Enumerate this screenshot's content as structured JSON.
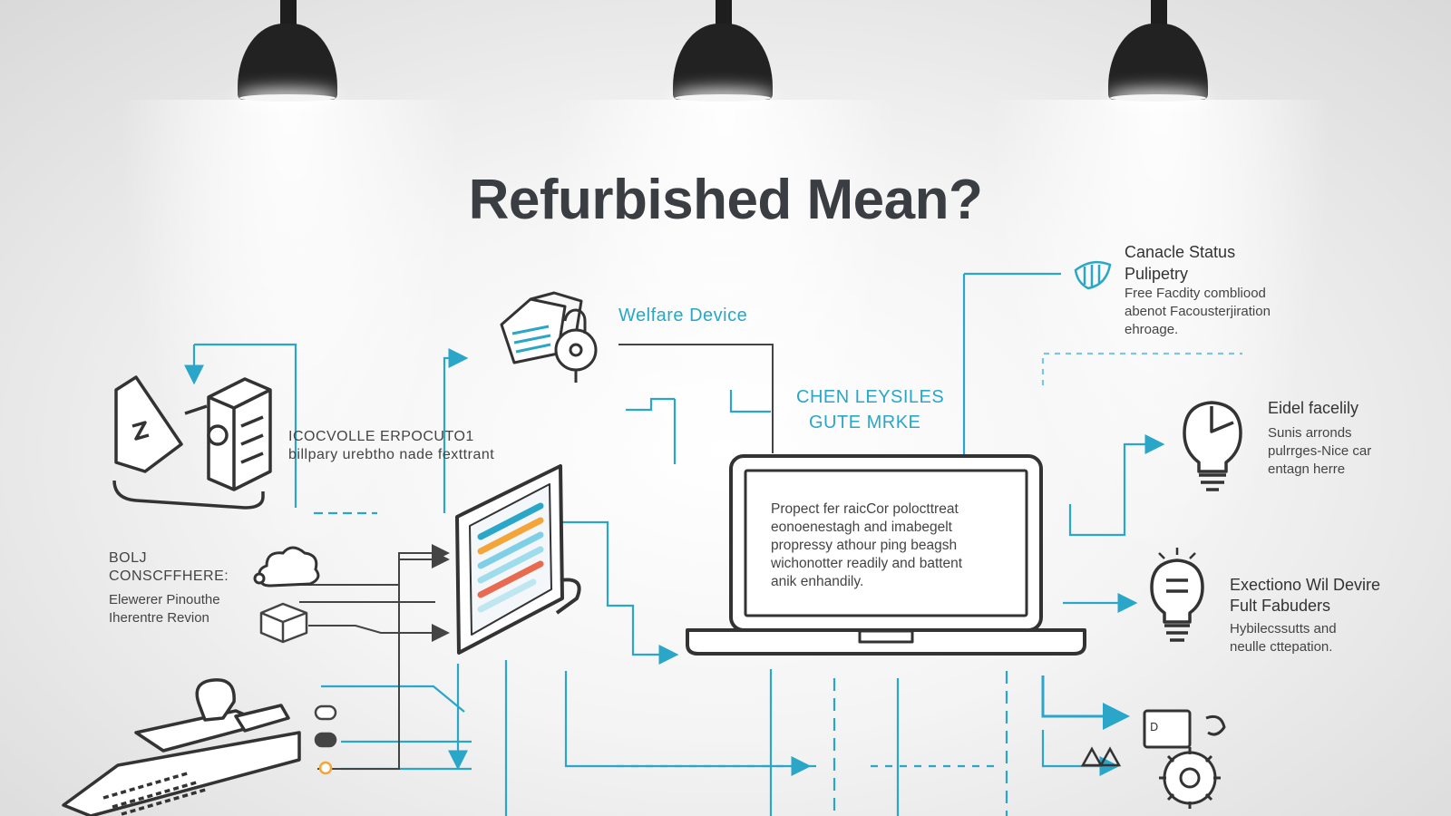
{
  "title": "Refurbished Mean?",
  "blocks": {
    "top_right": {
      "heading": [
        "Canacle Status",
        "Pulipetry"
      ],
      "body": [
        "Free Facdity combliood",
        "abenot Facousterjiration",
        "ehroage."
      ]
    },
    "welfare_label": "Welfare Device",
    "center_label": [
      "CHEN LEYSILES",
      "GUTE MRKE"
    ],
    "left_top": [
      "ICOCVOLLE ERPOCUTO1",
      "billpary urebtho nade fexttrant"
    ],
    "left_mid": {
      "heading": [
        "BOLJ",
        "CONSCFFHERE:"
      ],
      "body": [
        "Elewerer Pinouthe",
        "Iherentre Revion"
      ]
    },
    "laptop_screen": [
      "Propect fer raicCor polocttreat",
      "eonoenestagh and imabegelt",
      "propressy athour ping beagsh",
      "wichonotter readily and battent",
      "anik enhandily."
    ],
    "right_bulb": {
      "heading": "Eidel facelily",
      "body": [
        "Sunis arronds",
        "pulrrges-Nice car",
        "entagn herre"
      ]
    },
    "right_low": {
      "heading": [
        "Exectiono Wil Devire",
        "Fult Fabuders"
      ],
      "body": [
        "Hybilecssutts and",
        "neulle cttepation."
      ]
    }
  },
  "colors": {
    "accent": "#2aa6c8",
    "ink": "#3a3d42",
    "lamp": "#222222"
  },
  "icons": [
    "ceiling-lamp",
    "folder-stack-icon",
    "server-building-icon",
    "cloud-icon",
    "box-icon",
    "monitor-icon",
    "laptop-icon",
    "lightbulb-icon",
    "lightbulb-gear-icon",
    "shield-icon",
    "typewriter-icon",
    "gear-cluster-icon"
  ]
}
